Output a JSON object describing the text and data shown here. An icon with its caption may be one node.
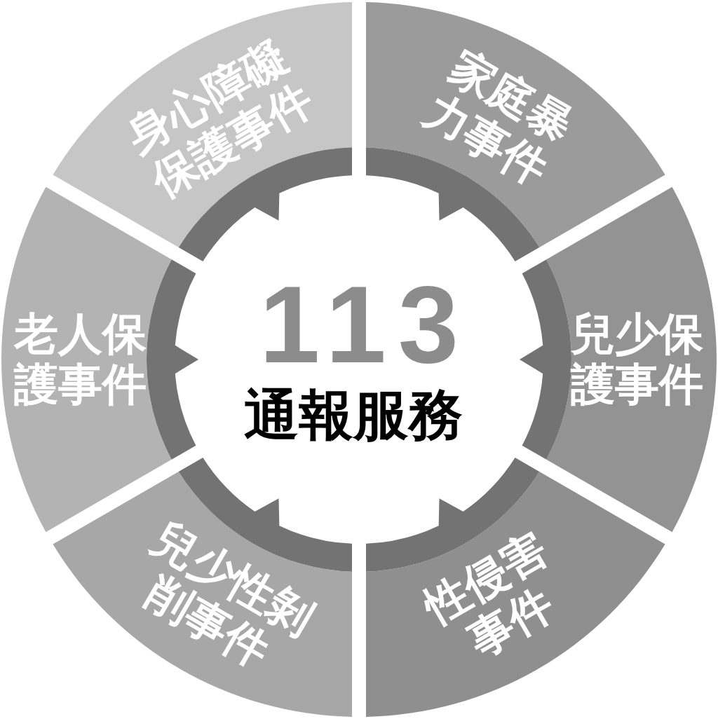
{
  "diagram": {
    "nodes": [
      {
        "text": [
          "113",
          "通報服務"
        ]
      },
      {
        "text": [
          "家庭暴力事件"
        ]
      },
      {
        "text": [
          "兒少保護事件"
        ]
      },
      {
        "text": [
          "性侵害事件"
        ]
      },
      {
        "text": [
          "兒少性剝削事件"
        ]
      },
      {
        "text": [
          "老人保護事件"
        ]
      },
      {
        "text": [
          "身心障礙保護事件"
        ]
      }
    ]
  }
}
